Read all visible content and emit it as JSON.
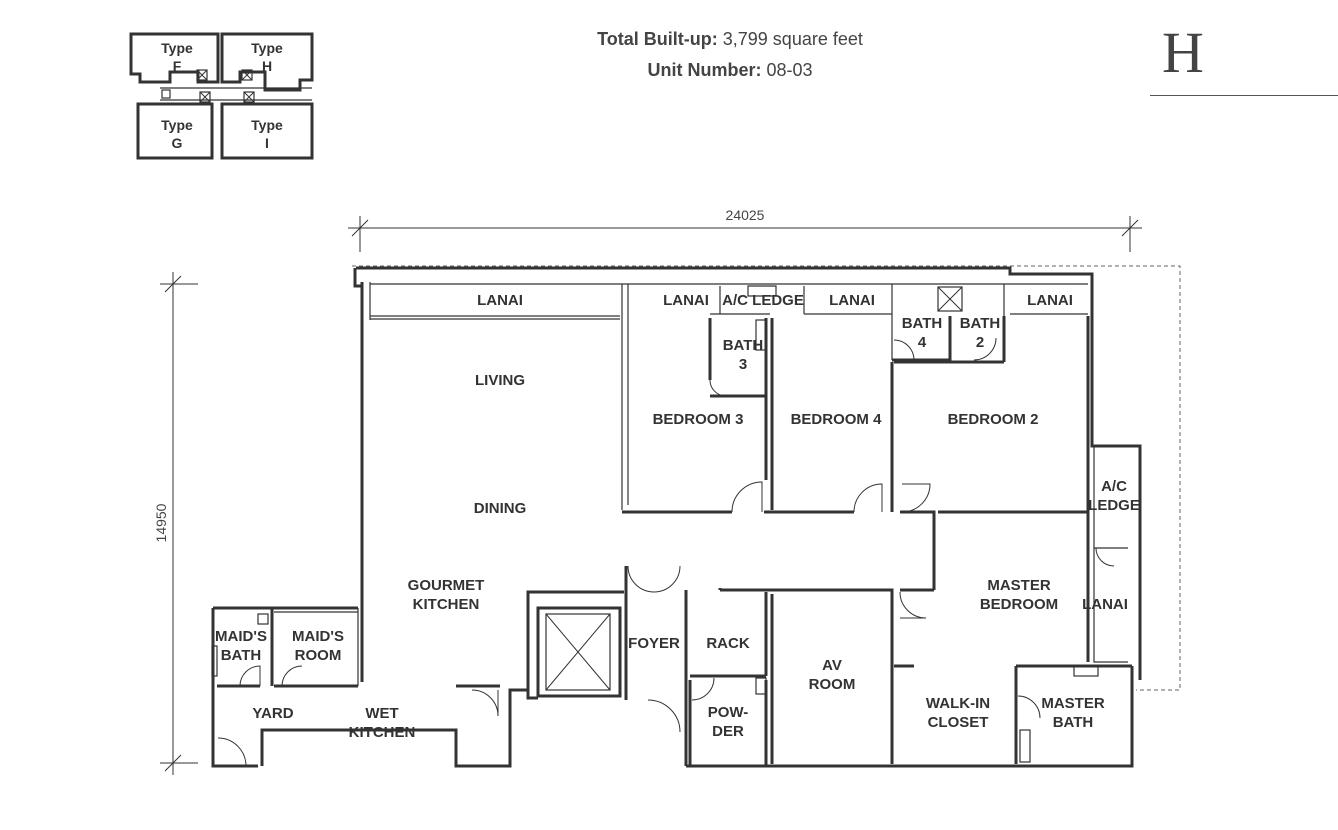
{
  "header": {
    "built_up_label": "Total Built-up:",
    "built_up_value": "3,799 square feet",
    "unit_label": "Unit Number:",
    "unit_value": "08-03",
    "type_letter": "H"
  },
  "key_plan": {
    "type_f": [
      "Type",
      "F"
    ],
    "type_h": [
      "Type",
      "H"
    ],
    "type_g": [
      "Type",
      "G"
    ],
    "type_i": [
      "Type",
      "I"
    ]
  },
  "dimensions": {
    "width": "24025",
    "depth": "14950"
  },
  "rooms": {
    "lanai_1": "LANAI",
    "lanai_2": "LANAI",
    "ac_ledge_top": "A/C LEDGE",
    "lanai_3": "LANAI",
    "lanai_4": "LANAI",
    "bath_3": [
      "BATH",
      "3"
    ],
    "bath_4": [
      "BATH",
      "4"
    ],
    "bath_2": [
      "BATH",
      "2"
    ],
    "living": "LIVING",
    "bedroom_3": "BEDROOM 3",
    "bedroom_4": "BEDROOM 4",
    "bedroom_2": "BEDROOM 2",
    "dining": "DINING",
    "ac_ledge_right": [
      "A/C",
      "LEDGE"
    ],
    "gourmet_kitchen": [
      "GOURMET",
      "KITCHEN"
    ],
    "master_bedroom": [
      "MASTER",
      "BEDROOM"
    ],
    "lanai_right": "LANAI",
    "foyer": "FOYER",
    "rack": "RACK",
    "maids_bath": [
      "MAID'S",
      "BATH"
    ],
    "maids_room": [
      "MAID'S",
      "ROOM"
    ],
    "av_room": [
      "AV",
      "ROOM"
    ],
    "yard": "YARD",
    "wet_kitchen": [
      "WET",
      "KITCHEN"
    ],
    "powder": [
      "POW-",
      "DER"
    ],
    "walk_in_closet": [
      "WALK-IN",
      "CLOSET"
    ],
    "master_bath": [
      "MASTER",
      "BATH"
    ]
  }
}
